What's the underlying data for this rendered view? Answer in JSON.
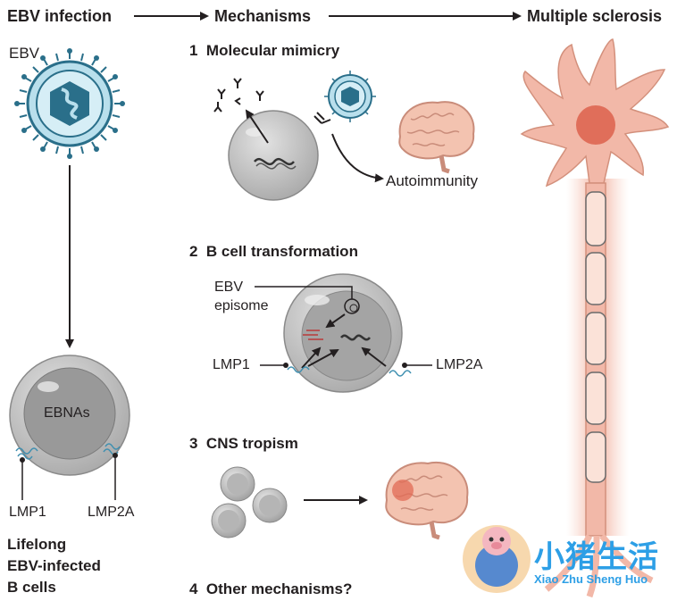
{
  "headers": {
    "ebv_infection": "EBV infection",
    "mechanisms": "Mechanisms",
    "multiple_sclerosis": "Multiple sclerosis"
  },
  "left": {
    "virus_label": "EBV",
    "bcell_inner_label": "EBNAs",
    "lmp1_label": "LMP1",
    "lmp2a_label": "LMP2A",
    "caption_line1": "Lifelong",
    "caption_line2": "EBV-infected",
    "caption_line3": "B cells"
  },
  "mechanisms": [
    {
      "number": "1",
      "title": "Molecular mimicry",
      "labels": {
        "autoimmunity": "Autoimmunity"
      }
    },
    {
      "number": "2",
      "title": "B cell transformation",
      "labels": {
        "ebv": "EBV",
        "episome": "episome",
        "lmp1": "LMP1",
        "lmp2a": "LMP2A"
      }
    },
    {
      "number": "3",
      "title": "CNS tropism"
    },
    {
      "number": "4",
      "title": "Other mechanisms?"
    }
  ],
  "watermark": {
    "chinese": "小猪生活",
    "pinyin": "Xiao Zhu Sheng Huo"
  },
  "colors": {
    "virus_teal": "#2a6f8a",
    "virus_light": "#b9dfec",
    "cell_gray": "#c8c8c8",
    "neuron_pink": "#f2b8a8",
    "nucleus": "#e06e5a",
    "brain_pink": "#f3c3b0",
    "watermark_blue": "#2d9fe6"
  }
}
